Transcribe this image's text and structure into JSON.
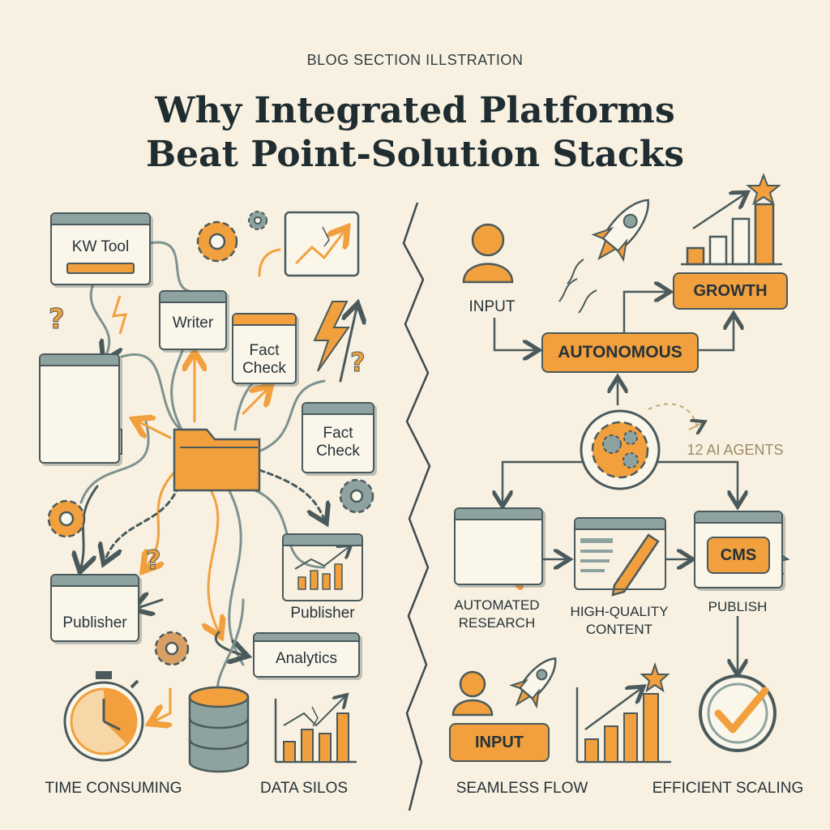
{
  "header": {
    "eyebrow": "BLOG SECTION ILLSTRATION",
    "title_line1": "Why Integrated Platforms",
    "title_line2": "Beat Point-Solution Stacks"
  },
  "left": {
    "windows": {
      "kw_tool": "KW Tool",
      "writer": "Writer",
      "fact_check_top_1": "Fact",
      "fact_check_top_2": "Check",
      "fact_check_mid_1": "Fact",
      "fact_check_mid_2": "Check",
      "publisher_left": "Publisher",
      "publisher_right": "Publisher",
      "analytics": "Analytics"
    },
    "captions": {
      "time": "TIME CONSUMING",
      "silos": "DATA SILOS"
    }
  },
  "right": {
    "input_label": "INPUT",
    "autonomous": "AUTONOMOUS",
    "growth": "GROWTH",
    "agents": "12 AI AGENTS",
    "steps": {
      "research_1": "AUTOMATED",
      "research_2": "RESEARCH",
      "content_1": "HIGH-QUALITY",
      "content_2": "CONTENT",
      "publish": "PUBLISH",
      "cms": "CMS"
    },
    "bottom": {
      "input_pill": "INPUT",
      "seamless": "SEAMLESS FLOW",
      "scaling": "EFFICIENT SCALING"
    }
  },
  "colors": {
    "accent": "#f2a03d",
    "ink": "#4a5a5c",
    "teal": "#8ea3a0",
    "background": "#f8f1e1"
  }
}
